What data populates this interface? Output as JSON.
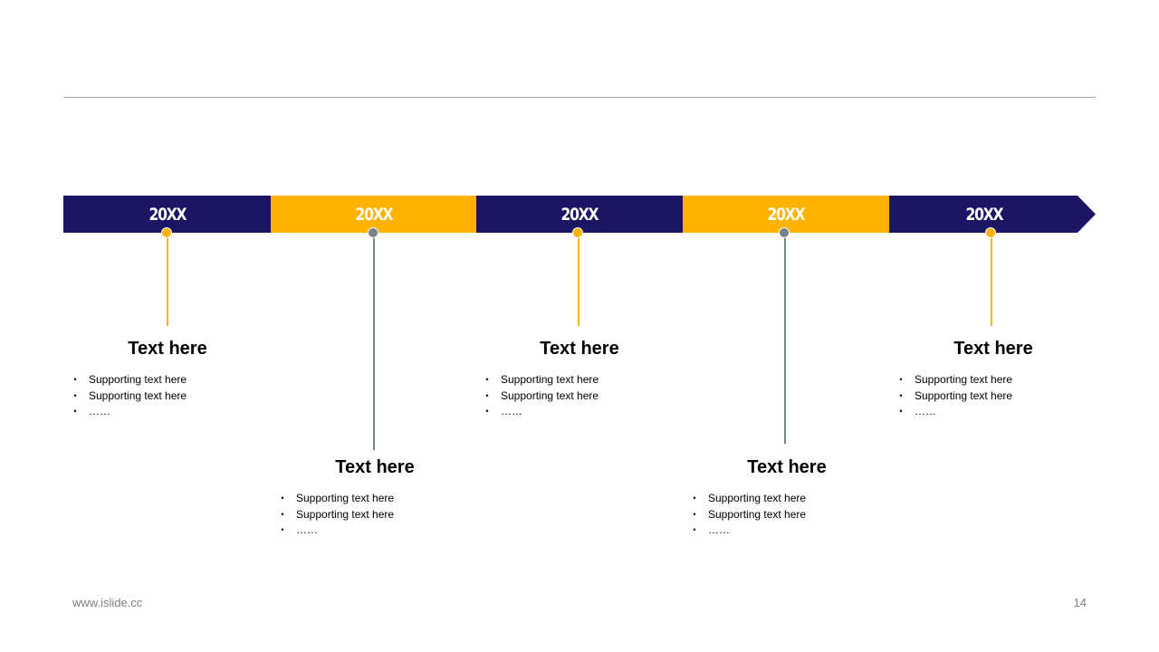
{
  "colors": {
    "navy": "#1c1563",
    "gold": "#ffb300",
    "grey": "#76838f"
  },
  "timeline": {
    "segments": [
      {
        "label": "20XX",
        "color": "navy"
      },
      {
        "label": "20XX",
        "color": "gold"
      },
      {
        "label": "20XX",
        "color": "navy"
      },
      {
        "label": "20XX",
        "color": "gold"
      },
      {
        "label": "20XX",
        "color": "navy"
      }
    ]
  },
  "milestones": [
    {
      "title": "Text here",
      "bullets": [
        "Supporting text here",
        "Supporting text here",
        "……"
      ],
      "connector_color": "gold"
    },
    {
      "title": "Text here",
      "bullets": [
        "Supporting text here",
        "Supporting text here",
        "……"
      ],
      "connector_color": "grey"
    },
    {
      "title": "Text here",
      "bullets": [
        "Supporting text here",
        "Supporting text here",
        "……"
      ],
      "connector_color": "gold"
    },
    {
      "title": "Text here",
      "bullets": [
        "Supporting text here",
        "Supporting text here",
        "……"
      ],
      "connector_color": "grey"
    },
    {
      "title": "Text here",
      "bullets": [
        "Supporting text here",
        "Supporting text here",
        "……"
      ],
      "connector_color": "gold"
    }
  ],
  "bullet_glyph": "•",
  "footer": {
    "url": "www.islide.cc",
    "page_number": "14"
  }
}
